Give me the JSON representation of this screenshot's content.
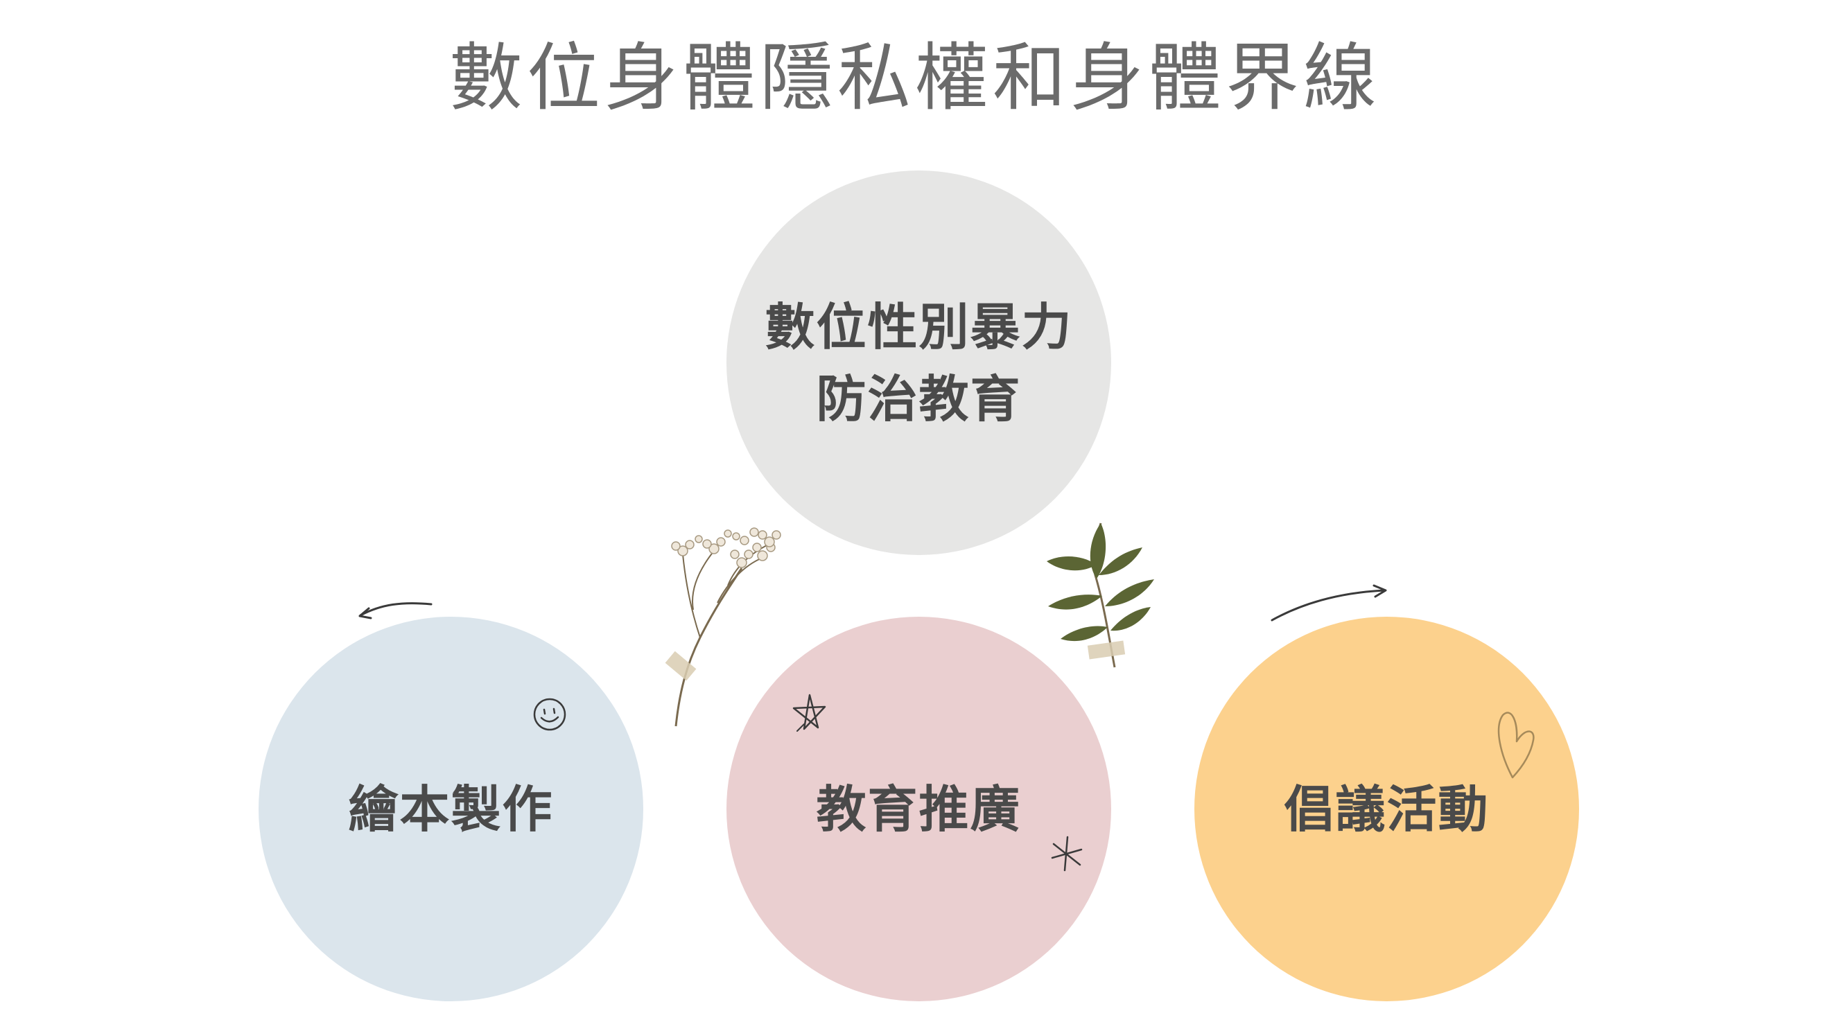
{
  "title": "數位身體隱私權和身體界線",
  "colors": {
    "title_text": "#6b6b6b",
    "label_text": "#4a4a4a",
    "circle_top": "#e6e6e5",
    "circle_left": "#dbe5ec",
    "circle_middle": "#eacfd0",
    "circle_right": "#fcd18d",
    "sketch_stroke": "#3a3a3a",
    "heart_stroke": "#a68a5a",
    "leaf_green": "#5b6534",
    "stem_brown": "#7a6a4f",
    "tape": "#d9cdb1"
  },
  "circles": {
    "top": {
      "label": "數位性別暴力\n防治教育"
    },
    "left": {
      "label": "繪本製作"
    },
    "middle": {
      "label": "教育推廣"
    },
    "right": {
      "label": "倡議活動"
    }
  },
  "icons": {
    "arrow_left": "curved-arrow-left-icon",
    "arrow_right": "curved-arrow-right-icon",
    "smiley": "smiley-icon",
    "star": "star-icon",
    "asterisk": "asterisk-icon",
    "heart": "heart-icon",
    "flower": "dried-flower-icon",
    "leaf": "leaf-branch-icon"
  }
}
